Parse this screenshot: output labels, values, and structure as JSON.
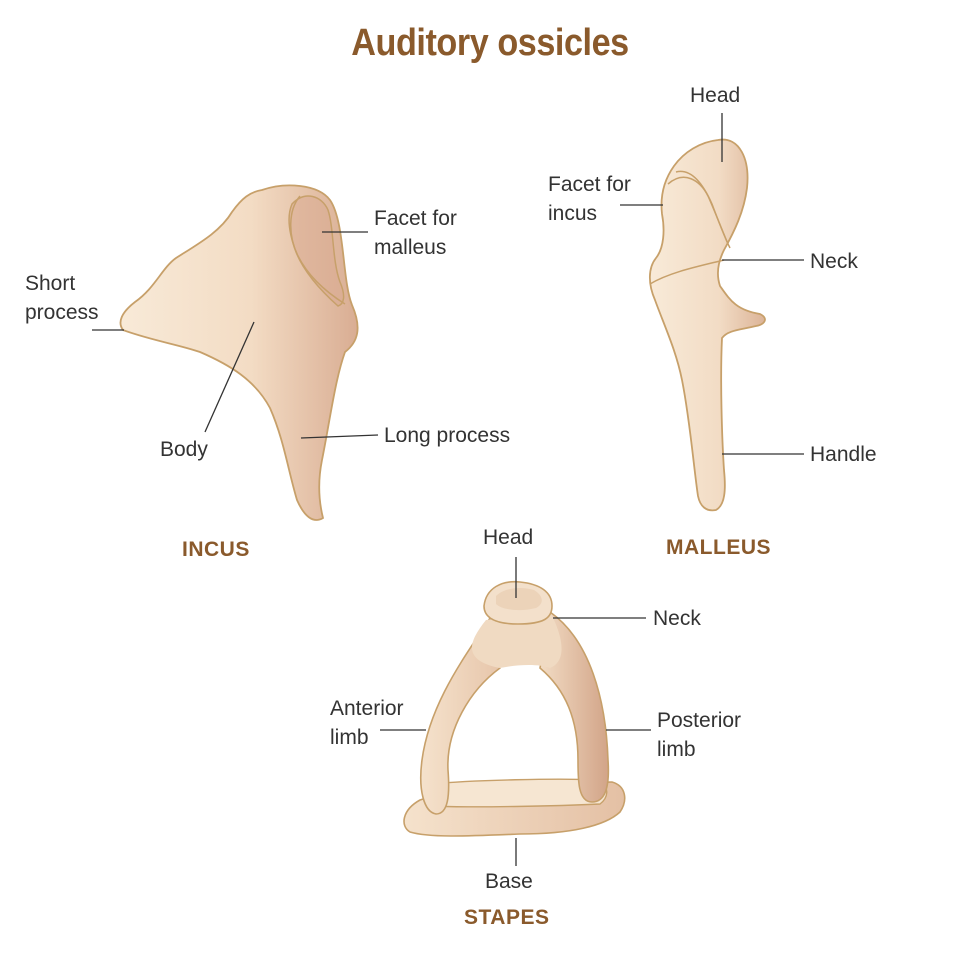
{
  "title": "Auditory ossicles",
  "colors": {
    "bone_fill_light": "#f6e6d2",
    "bone_fill_mid": "#efd6bc",
    "bone_shade": "#d7aa8e",
    "outline": "#c7a06a",
    "title": "#8a5a2c",
    "leader": "#333333"
  },
  "incus": {
    "name": "INCUS",
    "labels": {
      "facet": "Facet for\nmalleus",
      "short_process": "Short\nprocess",
      "body": "Body",
      "long_process": "Long process"
    }
  },
  "malleus": {
    "name": "MALLEUS",
    "labels": {
      "head": "Head",
      "facet": "Facet for\nincus",
      "neck": "Neck",
      "handle": "Handle"
    }
  },
  "stapes": {
    "name": "STAPES",
    "labels": {
      "head": "Head",
      "neck": "Neck",
      "anterior_limb": "Anterior\nlimb",
      "posterior_limb": "Posterior\nlimb",
      "base": "Base"
    }
  }
}
